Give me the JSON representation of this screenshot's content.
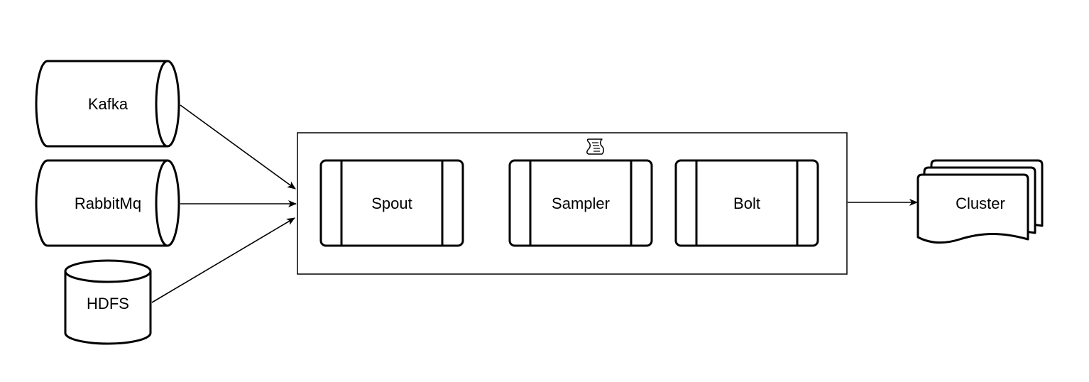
{
  "nodes": {
    "kafka": {
      "label": "Kafka",
      "shape": "horizontal-cylinder"
    },
    "rabbitmq": {
      "label": "RabbitMq",
      "shape": "horizontal-cylinder"
    },
    "hdfs": {
      "label": "HDFS",
      "shape": "vertical-cylinder"
    },
    "spout": {
      "label": "Spout",
      "shape": "subprocess"
    },
    "sampler": {
      "label": "Sampler",
      "shape": "subprocess"
    },
    "bolt": {
      "label": "Bolt",
      "shape": "subprocess"
    },
    "cluster": {
      "label": "Cluster",
      "shape": "multi-document"
    }
  },
  "container": {
    "icon": "script-icon"
  },
  "edges": [
    {
      "from": "kafka",
      "to": "topology-container"
    },
    {
      "from": "rabbitmq",
      "to": "topology-container"
    },
    {
      "from": "hdfs",
      "to": "topology-container"
    },
    {
      "from": "topology-container",
      "to": "cluster"
    }
  ]
}
